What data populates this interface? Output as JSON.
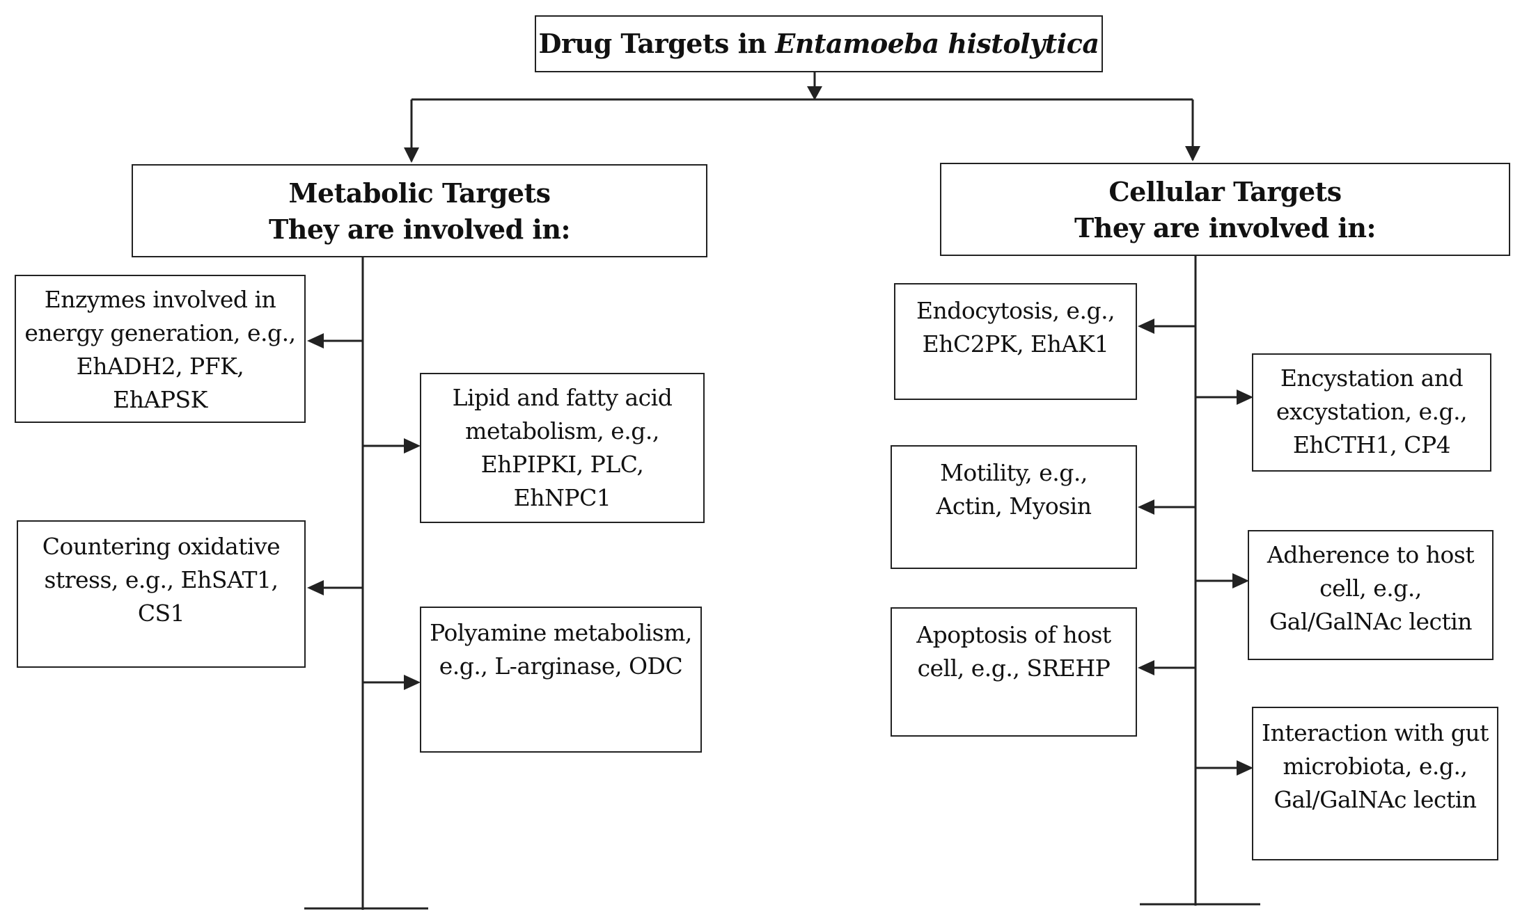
{
  "title": {
    "prefix": "Drug Targets in ",
    "italic": "Entamoeba histolytica"
  },
  "branches": {
    "metabolic": {
      "heading": "Metabolic Targets",
      "subheading": "They are involved in:",
      "items": [
        {
          "lines": [
            "Enzymes involved in",
            "energy generation, e.g.,",
            "EhADH2, PFK,",
            "EhAPSK"
          ]
        },
        {
          "lines": [
            "Lipid and fatty acid",
            "metabolism, e.g.,",
            "EhPIPKI, PLC,",
            "EhNPC1"
          ]
        },
        {
          "lines": [
            "Countering oxidative",
            "stress, e.g., EhSAT1,",
            "CS1"
          ]
        },
        {
          "lines": [
            "Polyamine metabolism,",
            "e.g., L-arginase, ODC"
          ]
        }
      ]
    },
    "cellular": {
      "heading": "Cellular Targets",
      "subheading": "They are involved in:",
      "items": [
        {
          "lines": [
            "Endocytosis, e.g.,",
            "EhC2PK, EhAK1"
          ]
        },
        {
          "lines": [
            "Encystation and",
            "excystation, e.g.,",
            "EhCTH1, CP4"
          ]
        },
        {
          "lines": [
            "Motility, e.g.,",
            "Actin, Myosin"
          ]
        },
        {
          "lines": [
            "Adherence to host",
            "cell, e.g.,",
            "Gal/GalNAc lectin"
          ]
        },
        {
          "lines": [
            "Apoptosis of host",
            "cell, e.g., SREHP"
          ]
        },
        {
          "lines": [
            "Interaction with gut",
            "microbiota, e.g.,",
            "Gal/GalNAc lectin"
          ]
        }
      ]
    }
  },
  "colors": {
    "line": "#222222",
    "box_border": "#222222",
    "background": "#ffffff"
  }
}
